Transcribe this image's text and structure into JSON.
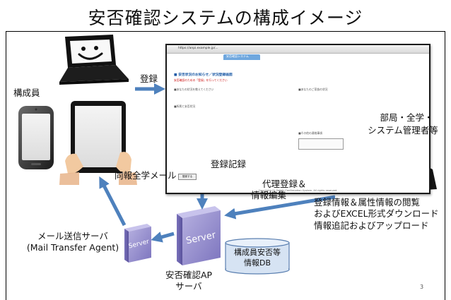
{
  "title": "安否確認システムの構成イメージ",
  "labels": {
    "member": "構成員",
    "register": "登録",
    "broadcast_mail": "同報全学メール",
    "registration_record": "登録記録",
    "proxy_reg_line1": "代理登録＆",
    "proxy_reg_line2": "情報編集",
    "admin_line1": "部局・全学・",
    "admin_line2": "システム管理者等",
    "admin_desc_line1": "登録情報＆属性情報の閲覧",
    "admin_desc_line2": "およびEXCEL形式ダウンロード",
    "admin_desc_line3": "情報追記およびアップロード",
    "mail_server_line1": "メール送信サーバ",
    "mail_server_line2": "(Mail Transfer Agent)",
    "ap_server_line1": "安否確認AP",
    "ap_server_line2": "サーバ",
    "db_line1": "構成員安否等",
    "db_line2": "情報DB",
    "server_word_small": "Server",
    "server_word_large": "Server",
    "page_number": "3"
  },
  "browser": {
    "url_text": "https://anpi.example.jp/...",
    "tab_text": "安否確認システム",
    "heading": "■ 安否状況のお知らせ／状況登録画面",
    "note_red": "安否確認のための「登録」を行ってください",
    "left_q1": "■あなたの状況を教えてください",
    "left_q2": "■所属と安否状況",
    "right_q1": "■あなたのご家族の状況",
    "right_q2": "■その他の連絡事項",
    "submit": "登録する",
    "footer": "Copyright (C) Safety Confirmation System. All rights reserved."
  },
  "colors": {
    "arrow": "#4e81bd",
    "server_box": "#8f87c9",
    "db_fill": "#d6e3f3",
    "db_stroke": "#5a7fb0"
  },
  "icons": [
    "laptop-icon",
    "smartphone-icon",
    "tablet-icon",
    "admin-person-icon",
    "mail-server-icon",
    "ap-server-icon",
    "database-icon"
  ]
}
